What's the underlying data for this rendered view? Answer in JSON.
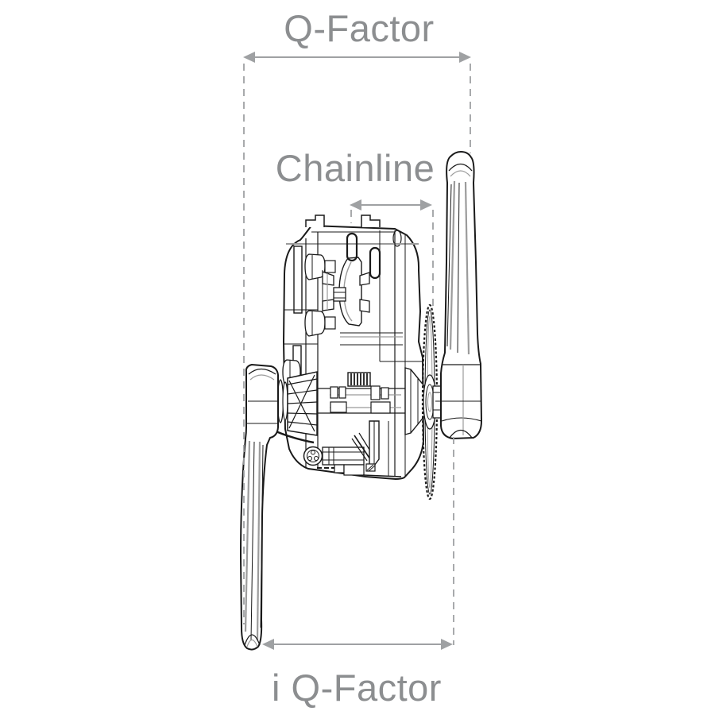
{
  "dimensions": {
    "top": {
      "label": "Q-Factor"
    },
    "middle": {
      "label": "Chainline"
    },
    "bottom": {
      "label": "i Q-Factor"
    }
  },
  "colors": {
    "background": "#ffffff",
    "label_text": "#8c8e90",
    "dimension": "#9fa1a3",
    "ink": "#1a1a1a",
    "ink_light": "#9b9b9b"
  }
}
